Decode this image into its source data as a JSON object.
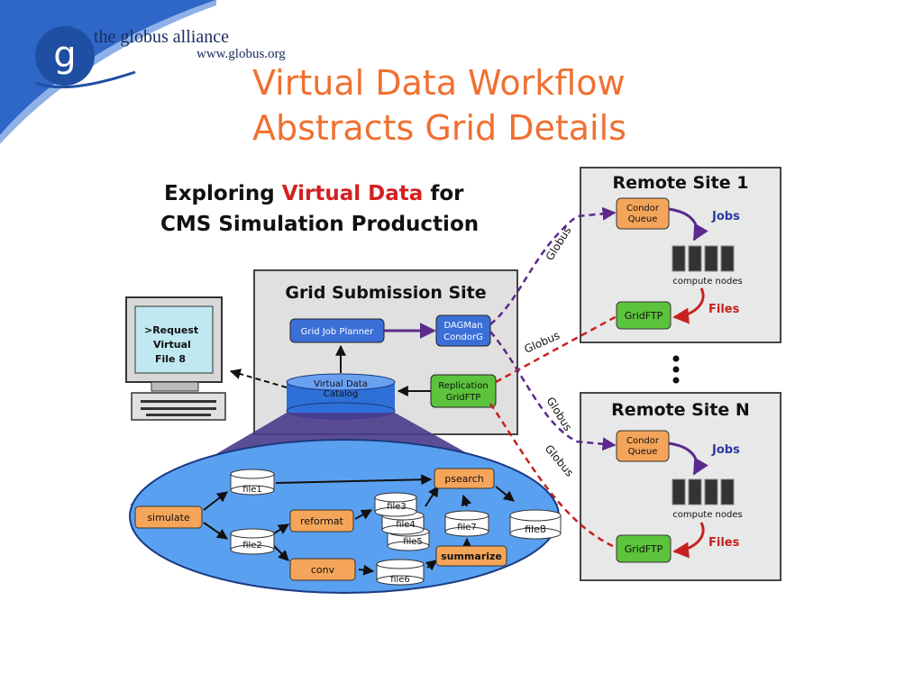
{
  "header": {
    "logo_letter": "g",
    "org_name": "the globus alliance",
    "org_url": "www.globus.org"
  },
  "slide": {
    "title_line1": "Virtual Data Workflow",
    "title_line2": "Abstracts Grid Details"
  },
  "diagram": {
    "heading_part1": "Exploring ",
    "heading_highlight": "Virtual Data",
    "heading_part2": " for",
    "heading_line2": "CMS Simulation Production",
    "terminal": {
      "line1": ">Request",
      "line2": "Virtual",
      "line3": "File 8"
    },
    "submission_site": {
      "title": "Grid Submission Site",
      "planner": "Grid Job Planner",
      "dagman_line1": "DAGMan",
      "dagman_line2": "CondorG",
      "catalog_line1": "Virtual Data",
      "catalog_line2": "Catalog",
      "replication_line1": "Replication",
      "replication_line2": "GridFTP"
    },
    "remote_site_1": {
      "title": "Remote Site 1",
      "queue_line1": "Condor",
      "queue_line2": "Queue",
      "jobs": "Jobs",
      "compute": "compute nodes",
      "gridftp": "GridFTP",
      "files": "Files"
    },
    "remote_site_n": {
      "title": "Remote Site N",
      "queue_line1": "Condor",
      "queue_line2": "Queue",
      "jobs": "Jobs",
      "compute": "compute nodes",
      "gridftp": "GridFTP",
      "files": "Files"
    },
    "link_label": "Globus",
    "workflow": {
      "simulate": "simulate",
      "reformat": "reformat",
      "conv": "conv",
      "psearch": "psearch",
      "summarize": "summarize",
      "file1": "file1",
      "file2": "file2",
      "file3": "file3",
      "file4": "file4",
      "file5": "file5",
      "file6": "file6",
      "file7": "file7",
      "file8": "file8"
    }
  },
  "colors": {
    "accent_title": "#f07030",
    "brand_navy": "#1a2b5e",
    "job_box": "#f5a55a",
    "gridftp_box": "#5cc33c",
    "planner_box": "#3a6fd8",
    "purple_flow": "#5a2a8c",
    "red_flow": "#c8201e",
    "catalog_blue": "#2e6fd8"
  }
}
